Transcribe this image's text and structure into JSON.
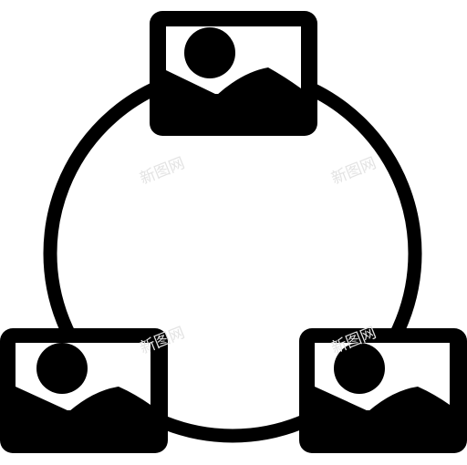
{
  "icon": {
    "name": "image-network-circle-icon",
    "color": "#000000",
    "background": "#ffffff",
    "nodes": [
      {
        "name": "image-node-top"
      },
      {
        "name": "image-node-bottom-left"
      },
      {
        "name": "image-node-bottom-right"
      }
    ]
  },
  "watermark": {
    "text": "新图网",
    "color": "#e3e3e3"
  }
}
